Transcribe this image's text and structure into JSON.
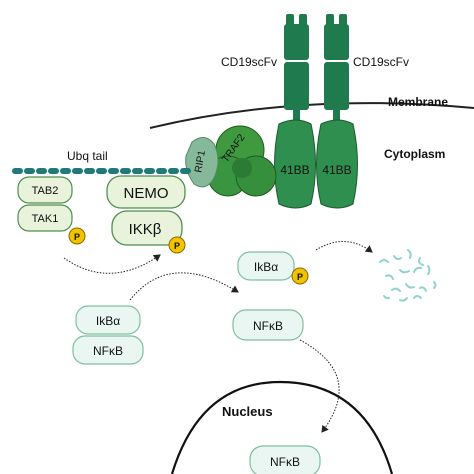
{
  "labels": {
    "receptor_left": "CD19scFv",
    "receptor_right": "CD19scFv",
    "membrane": "Membrane",
    "cytoplasm": "Cytoplasm",
    "ubq_tail": "Ubq tail",
    "rip1": "RIP1",
    "traf2": "TRAF2",
    "bb_left": "41BB",
    "bb_right": "41BB",
    "tab2": "TAB2",
    "tak1": "TAK1",
    "nemo": "NEMO",
    "ikkb": "IKKβ",
    "phospho_tak1": "P",
    "phospho_ikkb": "P",
    "phospho_ikba": "P",
    "ikba_phospho": "IkBα",
    "nfkb_released": "NFκB",
    "ikba_complex": "IkBα",
    "nfkb_complex": "NFκB",
    "nucleus": "Nucleus",
    "nfkb_nuclear": "NFκB"
  },
  "colors": {
    "receptor": "#1f7a4d",
    "receptor_dark": "#14603b",
    "bb": "#2f8f4e",
    "traf2": "#3f9a3f",
    "rip1": "#86b89a",
    "ubq": "#1f7a78",
    "light_fill": "#e9f3dc",
    "light_stroke": "#4e8f4e",
    "pale_fill": "#eaf6f1",
    "pale_stroke": "#7fbf9f",
    "phospho": "#f2c400",
    "phospho_stroke": "#8a6a00",
    "fragments": "#8fd3cf",
    "line": "#222222"
  }
}
